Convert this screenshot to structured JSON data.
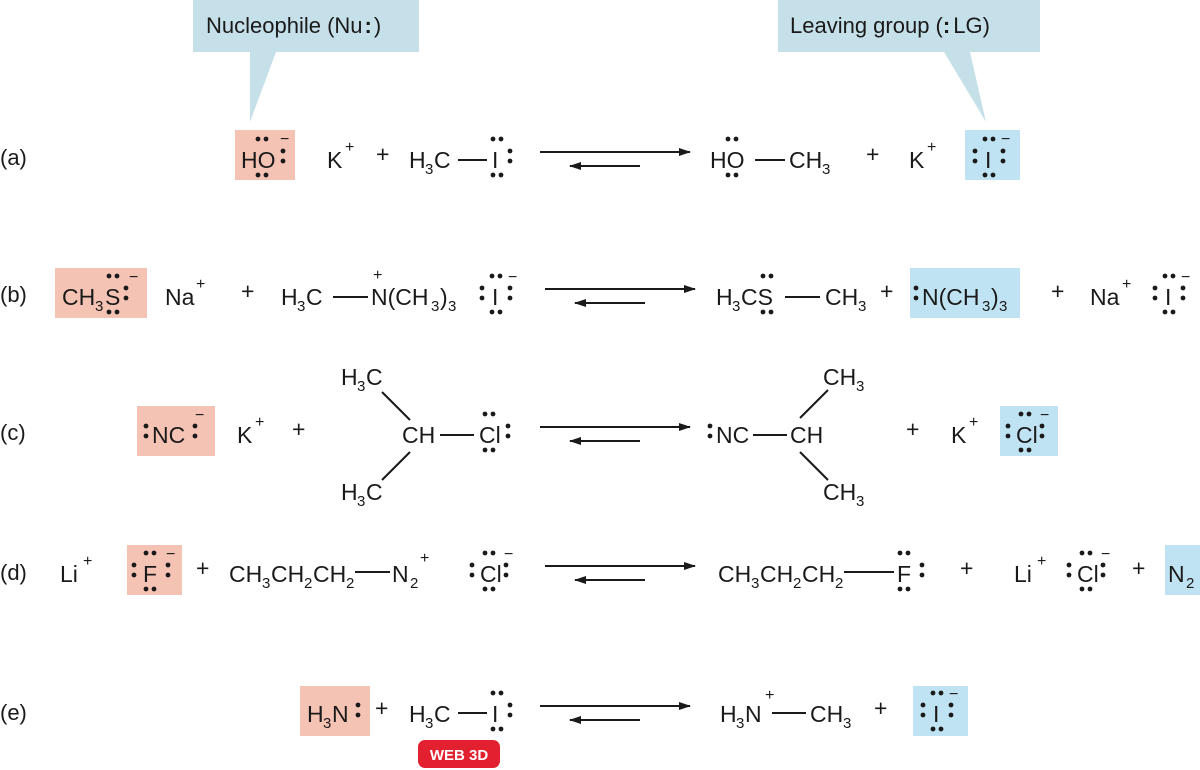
{
  "callouts": {
    "nucleophile": "Nucleophile (Nu:)",
    "leaving_group": "Leaving group (:LG)"
  },
  "badge": "WEB 3D",
  "colors": {
    "nucleophile_highlight": "#f4c3b4",
    "leaving_group_highlight": "#bfe3f2",
    "callout_fill": "#c6e0ea",
    "badge": "#e2202f"
  },
  "reactions": [
    {
      "label": "(a)",
      "reactants": [
        "HO⁻",
        "K⁺",
        "+",
        "H₃C—I"
      ],
      "products": [
        "HO—CH₃",
        "+",
        "K⁺",
        "I⁻"
      ]
    },
    {
      "label": "(b)",
      "reactants": [
        "CH₃S⁻",
        "Na⁺",
        "+",
        "H₃C—N⁺(CH₃)₃",
        "I⁻"
      ],
      "products": [
        "H₃CS—CH₃",
        "+",
        "N(CH₃)₃",
        "+",
        "Na⁺",
        "I⁻"
      ]
    },
    {
      "label": "(c)",
      "reactants": [
        ":NC⁻",
        "K⁺",
        "+",
        "(H₃C)₂CH—Cl"
      ],
      "products": [
        ":NC—CH(CH₃)₂",
        "+",
        "K⁺",
        "Cl⁻"
      ]
    },
    {
      "label": "(d)",
      "reactants": [
        "Li⁺",
        "F⁻",
        "+",
        "CH₃CH₂CH₂—N₂⁺",
        "Cl⁻"
      ],
      "products": [
        "CH₃CH₂CH₂—F",
        "+",
        "Li⁺",
        "Cl⁻",
        "+",
        "N₂"
      ]
    },
    {
      "label": "(e)",
      "reactants": [
        "H₃N:",
        "+",
        "H₃C—I"
      ],
      "products": [
        "H₃N⁺—CH₃",
        "+",
        "I⁻"
      ]
    }
  ]
}
